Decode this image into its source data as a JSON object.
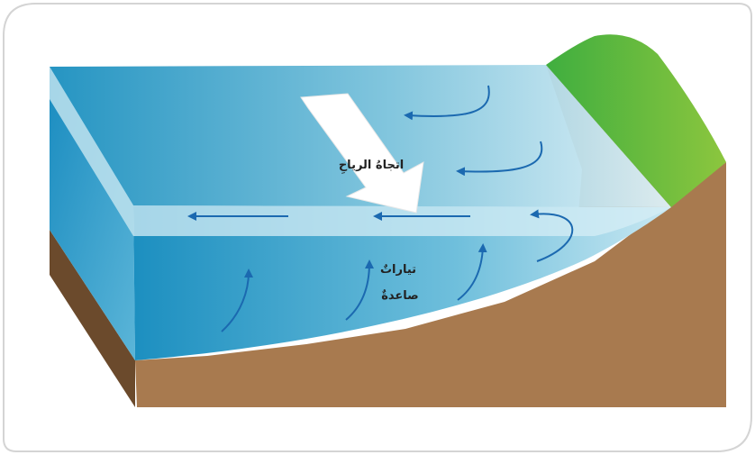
{
  "diagram": {
    "labels": {
      "wind_direction": "اتجاهُ الرياحِ",
      "upwelling_line1": "تياراتٌ",
      "upwelling_line2": "صاعدةٌ"
    },
    "colors": {
      "water_deep": "#1a8fbf",
      "water_light": "#d6eef5",
      "soil": "#a87a4f",
      "soil_dark": "#6b4a2c",
      "grass": "#5cb33c",
      "arrow": "#1b69b0",
      "wind_arrow": "#ffffff",
      "frame_stroke": "#cfcfcf"
    }
  }
}
